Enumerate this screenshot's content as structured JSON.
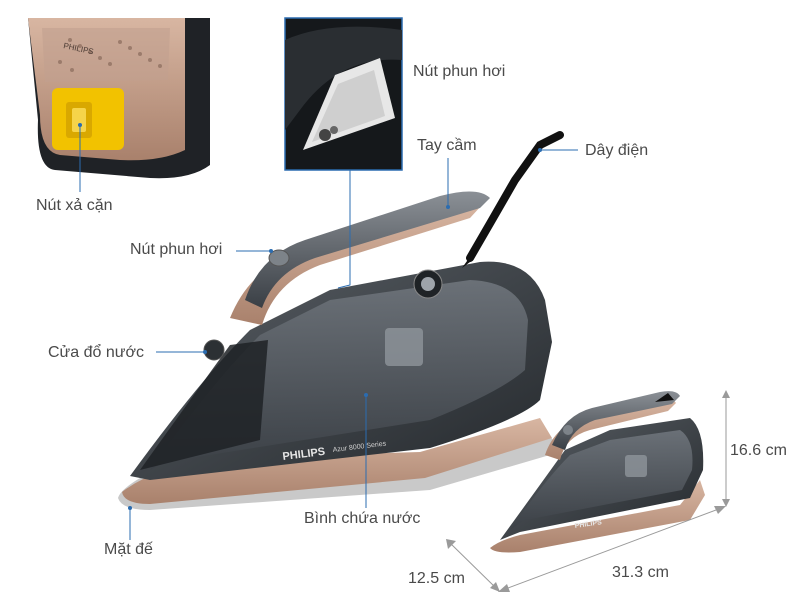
{
  "labels": {
    "steam_button_top": "Nút phun hơi",
    "handle": "Tay cầm",
    "power_cord": "Dây điện",
    "descale_button": "Nút xả cặn",
    "steam_button": "Nút phun hơi",
    "water_inlet": "Cửa đổ nước",
    "water_tank": "Bình chứa nước",
    "soleplate": "Mặt đế"
  },
  "dimensions": {
    "height": "16.6 cm",
    "width": "12.5 cm",
    "length": "31.3 cm"
  },
  "product": {
    "brand": "PHILIPS",
    "series": "Azur 8000 Series"
  },
  "colors": {
    "body_dark": "#2f3337",
    "body_grey": "#4a4f55",
    "rose_gold": "#c9a08a",
    "accent_blue": "#2b6cb0",
    "descale_yellow": "#f2c200"
  }
}
